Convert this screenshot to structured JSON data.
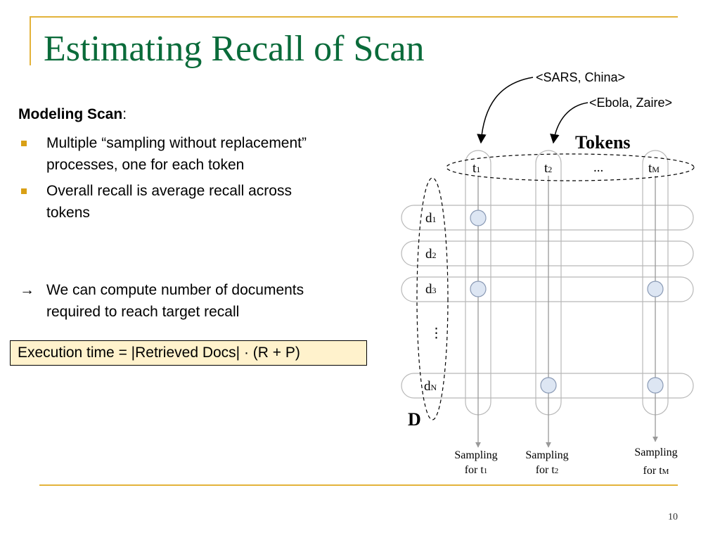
{
  "slide": {
    "title": "Estimating Recall of Scan",
    "page_number": "10"
  },
  "left": {
    "heading": "Modeling Scan",
    "heading_suffix": ":",
    "bullets": [
      {
        "line1": "Multiple “sampling without replacement”",
        "line2": "processes, one for each token"
      },
      {
        "line1": "Overall recall is average recall across",
        "line2": "tokens"
      }
    ],
    "arrow_glyph": "→",
    "conclusion_line1": "We can compute number of documents",
    "conclusion_line2": "required to reach target recall",
    "execution_time": "Execution time = |Retrieved Docs| · (R + P)"
  },
  "diagram": {
    "annotations": {
      "a1": "<SARS, China>",
      "a2": "<Ebola, Zaire>"
    },
    "tokens_title": "Tokens",
    "tokens": [
      {
        "base": "t",
        "sub": "1"
      },
      {
        "base": "t",
        "sub": "2"
      },
      {
        "ellipsis": "..."
      },
      {
        "base": "t",
        "sub": "M"
      }
    ],
    "docs": [
      {
        "base": "d",
        "sub": "1"
      },
      {
        "base": "d",
        "sub": "2"
      },
      {
        "base": "d",
        "sub": "3"
      },
      {
        "ellipsis": "⋮"
      },
      {
        "base": "d",
        "sub": "N"
      }
    ],
    "set_label": "D",
    "sampling": [
      {
        "line1": "Sampling",
        "line2_prefix": "for t",
        "sub": "1"
      },
      {
        "line1": "Sampling",
        "line2_prefix": "for t",
        "sub": "2"
      },
      {
        "line1": "Sampling",
        "line2_prefix": "for t",
        "sub": "M"
      }
    ],
    "colors": {
      "circle_fill": "#dde6f3",
      "circle_stroke": "#8a9ab5",
      "pill_stroke": "#b8b8b8"
    }
  }
}
